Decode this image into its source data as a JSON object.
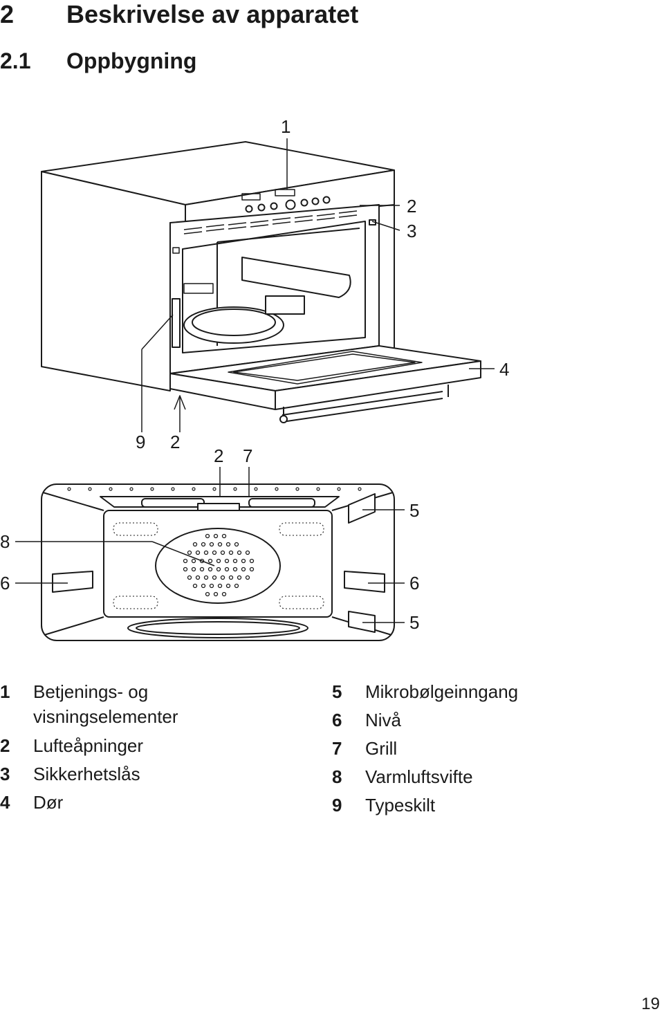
{
  "heading": {
    "number": "2",
    "title": "Beskrivelse av apparatet"
  },
  "subheading": {
    "number": "2.1",
    "title": "Oppbygning"
  },
  "figure": {
    "callouts_top": [
      "1",
      "2",
      "3",
      "4"
    ],
    "callouts_mid": [
      "9",
      "2",
      "2",
      "7"
    ],
    "callouts_front_left": [
      "8",
      "6"
    ],
    "callouts_front_right": [
      "5",
      "6",
      "5"
    ]
  },
  "legend": {
    "left": [
      {
        "num": "1",
        "text_line1": "Betjenings- og",
        "text_line2": "visningselementer"
      },
      {
        "num": "2",
        "text": "Lufteåpninger"
      },
      {
        "num": "3",
        "text": "Sikkerhetslås"
      },
      {
        "num": "4",
        "text": "Dør"
      }
    ],
    "right": [
      {
        "num": "5",
        "text": "Mikrobølgeinngang"
      },
      {
        "num": "6",
        "text": "Nivå"
      },
      {
        "num": "7",
        "text": "Grill"
      },
      {
        "num": "8",
        "text": "Varmluftsvifte"
      },
      {
        "num": "9",
        "text": "Typeskilt"
      }
    ]
  },
  "page_number": "19"
}
